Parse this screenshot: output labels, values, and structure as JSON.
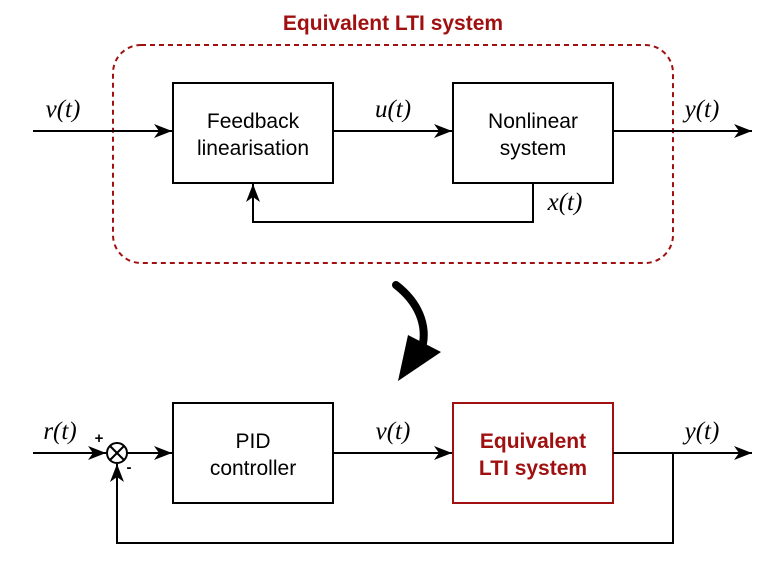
{
  "colors": {
    "accent": "#a01010",
    "line": "#000000",
    "background": "#ffffff"
  },
  "top_diagram": {
    "group_title": "Equivalent LTI system",
    "blocks": {
      "feedback_linearisation": [
        "Feedback",
        "linearisation"
      ],
      "nonlinear_system": [
        "Nonlinear",
        "system"
      ]
    },
    "signals": {
      "input": "v(t)",
      "control": "u(t)",
      "output": "y(t)",
      "state": "x(t)"
    }
  },
  "transition_arrow": "curved-down-arrow-icon",
  "bottom_diagram": {
    "summing_junction": {
      "icon": "summing-junction-icon",
      "plus_sign": "+",
      "minus_sign": "-"
    },
    "blocks": {
      "pid_controller": [
        "PID",
        "controller"
      ],
      "equivalent_lti": [
        "Equivalent",
        "LTI system"
      ]
    },
    "signals": {
      "reference": "r(t)",
      "input": "v(t)",
      "output": "y(t)"
    }
  }
}
